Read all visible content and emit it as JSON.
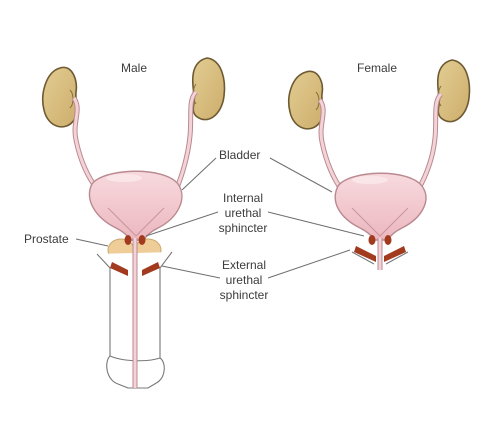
{
  "male": {
    "title": "Male"
  },
  "female": {
    "title": "Female"
  },
  "labels": {
    "bladder": "Bladder",
    "internal": [
      "Internal",
      "urethal",
      "sphincter"
    ],
    "prostate": "Prostate",
    "external": [
      "External",
      "urethal",
      "sphincter"
    ]
  },
  "colors": {
    "kidney": "#d8bf82",
    "kidney_stroke": "#6e5a32",
    "bladder": "#f1c6cc",
    "bladder_stroke": "#b98a90",
    "prostate": "#efcd98",
    "sphincter": "#a23a1e",
    "leader": "#6f6f6f"
  }
}
